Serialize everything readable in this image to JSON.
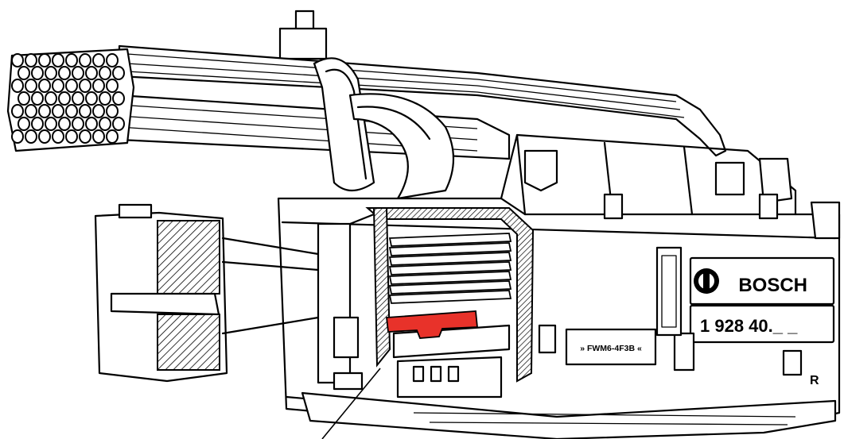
{
  "labels": {
    "brand": "BOSCH",
    "part_number": "1 928 40._ _",
    "part_code": "» FWM6-4F3B «",
    "rev_mark": "R"
  },
  "colors": {
    "line": "#000000",
    "background": "#ffffff",
    "highlight": "#e8322a"
  }
}
